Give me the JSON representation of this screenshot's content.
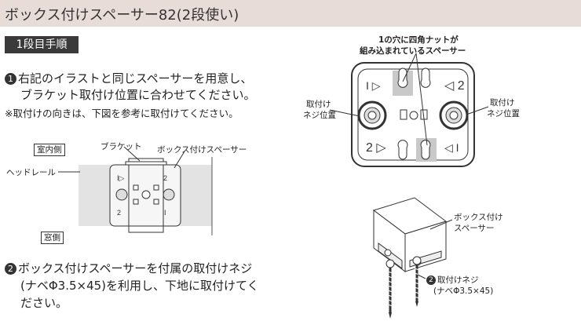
{
  "title": "ボックス付けスペーサー82(2段使い)",
  "step_label": "1段目手順",
  "step1": {
    "number": "1",
    "line1": "右記のイラストと同じスペーサーを用意し、",
    "line2": "ブラケット取付け位置に合わせてください。"
  },
  "note": "※取付けの向きは、下図を参考に取付けてください。",
  "left_diagram": {
    "room_side": "室内側",
    "window_side": "窓側",
    "bracket": "ブラケット",
    "spacer": "ボックス付けスペーサー",
    "head_rail": "ヘッドレール"
  },
  "step2": {
    "number": "2",
    "line1": "ボックス付けスペーサーを付属の取付けネジ",
    "line2": "(ナベΦ3.5×45)を利用し、下地に取付けてく",
    "line3": "ださい。"
  },
  "right_top": {
    "callout_line1": "1の穴に四角ナットが",
    "callout_line2": "組み込まれているスペーサー",
    "left_label_line1": "取付け",
    "left_label_line2": "ネジ位置",
    "right_label_line1": "取付け",
    "right_label_line2": "ネジ位置"
  },
  "right_bottom": {
    "spacer_label_line1": "ボックス付け",
    "spacer_label_line2": "スペーサー",
    "screw_number": "2",
    "screw_label_line1": "取付けネジ",
    "screw_label_line2": "(ナベΦ3.5×45)"
  }
}
